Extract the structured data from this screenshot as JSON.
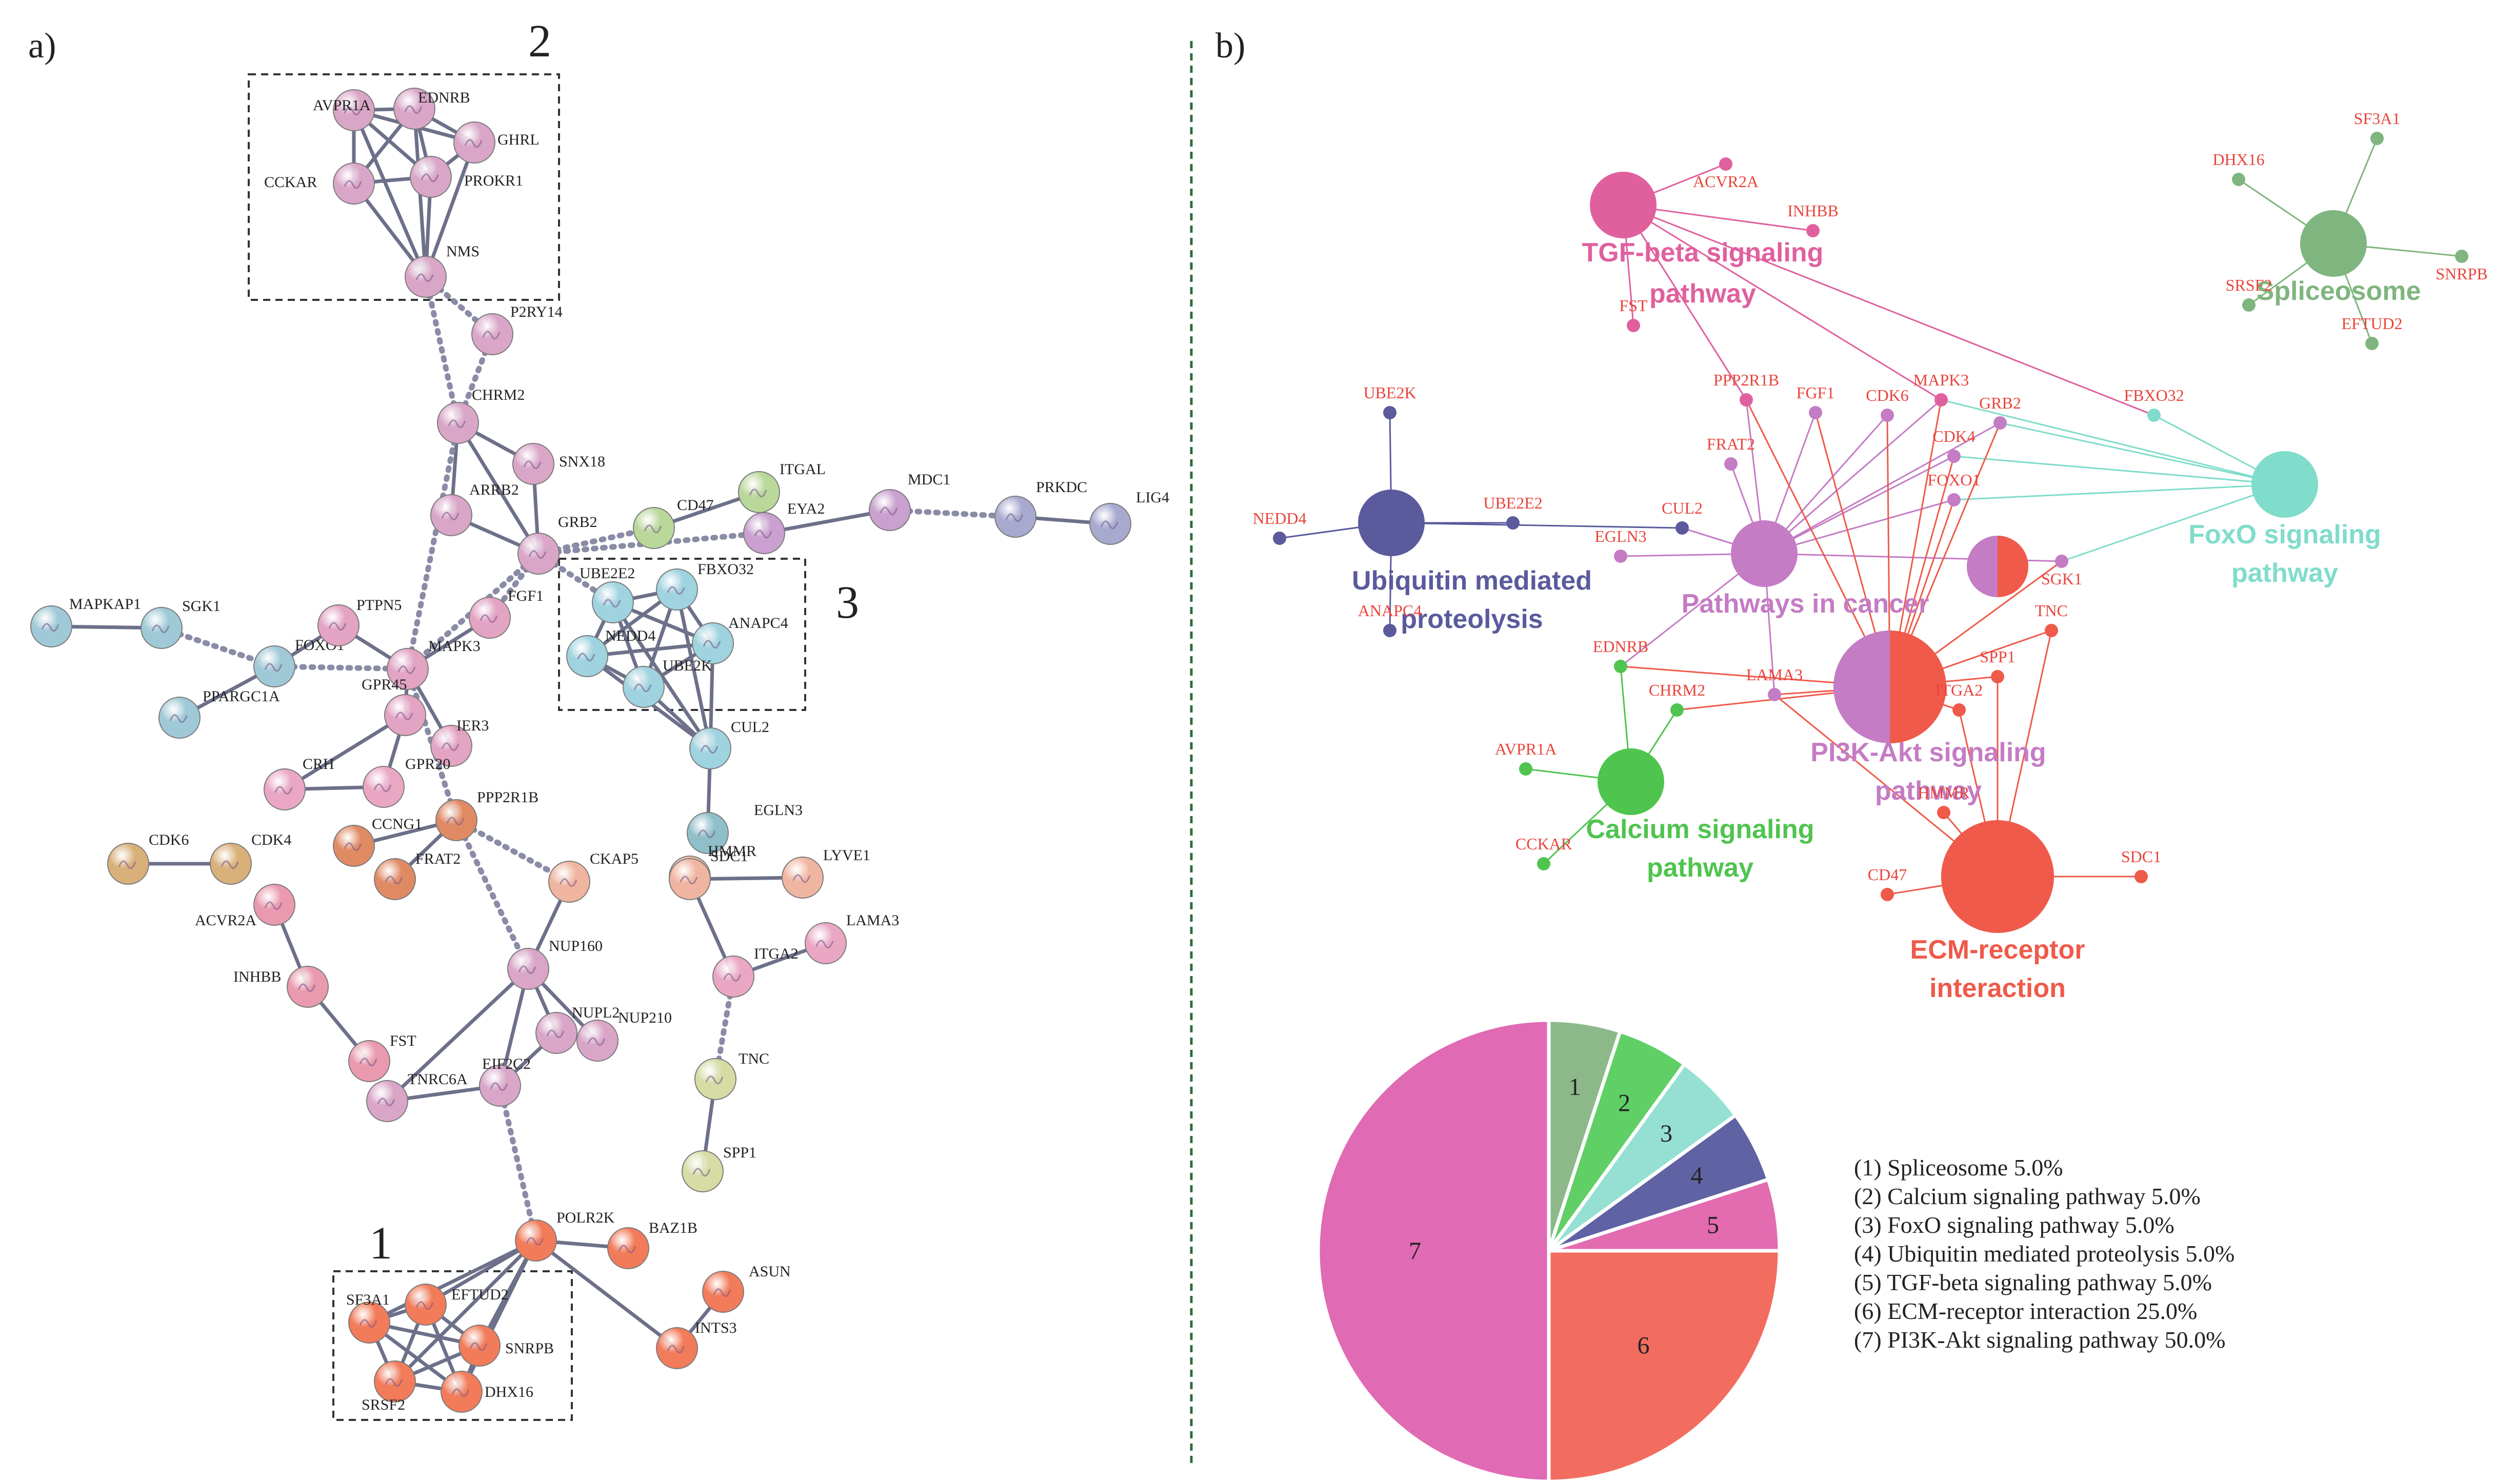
{
  "panel_a": {
    "label": "a)",
    "cluster_labels": [
      "2",
      "3",
      "1"
    ],
    "nodes": [
      {
        "id": "AVPR1A",
        "color": "#d9a6c8"
      },
      {
        "id": "EDNRB",
        "color": "#d9a6c8"
      },
      {
        "id": "GHRL",
        "color": "#d9a6c8"
      },
      {
        "id": "CCKAR",
        "color": "#d9a6c8"
      },
      {
        "id": "PROKR1",
        "color": "#d9a6c8"
      },
      {
        "id": "NMS",
        "color": "#d9a6c8"
      },
      {
        "id": "P2RY14",
        "color": "#d9a6c8"
      },
      {
        "id": "CHRM2",
        "color": "#d9a6c8"
      },
      {
        "id": "SNX18",
        "color": "#d9a6c8"
      },
      {
        "id": "ARRB2",
        "color": "#d9a6c8"
      },
      {
        "id": "GRB2",
        "color": "#d9a6c8"
      },
      {
        "id": "CD47",
        "color": "#b9d89a"
      },
      {
        "id": "ITGAL",
        "color": "#b9d89a"
      },
      {
        "id": "EYA2",
        "color": "#c9a0cf"
      },
      {
        "id": "MDC1",
        "color": "#c9a0cf"
      },
      {
        "id": "PRKDC",
        "color": "#a7a9cf"
      },
      {
        "id": "LIG4",
        "color": "#a7a9cf"
      },
      {
        "id": "MAPKAP1",
        "color": "#9fc9d6"
      },
      {
        "id": "SGK1",
        "color": "#9fc9d6"
      },
      {
        "id": "FOXO1",
        "color": "#9fc9d6"
      },
      {
        "id": "PPARGC1A",
        "color": "#9fc9d6"
      },
      {
        "id": "PTPN5",
        "color": "#e3a3c3"
      },
      {
        "id": "MAPK3",
        "color": "#e3a3c3"
      },
      {
        "id": "FGF1",
        "color": "#e3a3c3"
      },
      {
        "id": "GPR45",
        "color": "#e3a3c3"
      },
      {
        "id": "IER3",
        "color": "#e3a3c3"
      },
      {
        "id": "CRH",
        "color": "#eaa7c4"
      },
      {
        "id": "GPR20",
        "color": "#eaa7c4"
      },
      {
        "id": "UBE2E2",
        "color": "#9fd3e0"
      },
      {
        "id": "FBXO32",
        "color": "#9fd3e0"
      },
      {
        "id": "ANAPC4",
        "color": "#9fd3e0"
      },
      {
        "id": "NEDD4",
        "color": "#9fd3e0"
      },
      {
        "id": "UBE2K",
        "color": "#9fd3e0"
      },
      {
        "id": "CUL2",
        "color": "#9fd3e0"
      },
      {
        "id": "EGLN3",
        "color": "#8fbfc9"
      },
      {
        "id": "HMMR",
        "color": "#f0b5a0"
      },
      {
        "id": "PPP2R1B",
        "color": "#e08a64"
      },
      {
        "id": "CCNG1",
        "color": "#e08a64"
      },
      {
        "id": "FRAT2",
        "color": "#e08a64"
      },
      {
        "id": "CKAP5",
        "color": "#f0b5a0"
      },
      {
        "id": "SDC1",
        "color": "#f0b5a0"
      },
      {
        "id": "LYVE1",
        "color": "#f0b5a0"
      },
      {
        "id": "LAMA3",
        "color": "#eaa7c4"
      },
      {
        "id": "ITGA2",
        "color": "#eaa7c4"
      },
      {
        "id": "TNC",
        "color": "#d6dca4"
      },
      {
        "id": "SPP1",
        "color": "#d6dca4"
      },
      {
        "id": "CDK6",
        "color": "#d9b07a"
      },
      {
        "id": "CDK4",
        "color": "#d9b07a"
      },
      {
        "id": "ACVR2A",
        "color": "#e99aae"
      },
      {
        "id": "INHBB",
        "color": "#e99aae"
      },
      {
        "id": "FST",
        "color": "#e99aae"
      },
      {
        "id": "NUP160",
        "color": "#d9a6c8"
      },
      {
        "id": "NUPL2",
        "color": "#d9a6c8"
      },
      {
        "id": "NUP210",
        "color": "#d9a6c8"
      },
      {
        "id": "TNRC6A",
        "color": "#d9a6c8"
      },
      {
        "id": "EIF2C2",
        "color": "#d9a6c8"
      },
      {
        "id": "POLR2K",
        "color": "#f27b5a"
      },
      {
        "id": "BAZ1B",
        "color": "#f27b5a"
      },
      {
        "id": "ASUN",
        "color": "#f27b5a"
      },
      {
        "id": "INTS3",
        "color": "#f27b5a"
      },
      {
        "id": "SF3A1",
        "color": "#f27b5a"
      },
      {
        "id": "EFTUD2",
        "color": "#f27b5a"
      },
      {
        "id": "SNRPB",
        "color": "#f27b5a"
      },
      {
        "id": "SRSF2",
        "color": "#f27b5a"
      },
      {
        "id": "DHX16",
        "color": "#f27b5a"
      }
    ],
    "edges": [
      [
        "AVPR1A",
        "EDNRB",
        0
      ],
      [
        "AVPR1A",
        "CCKAR",
        0
      ],
      [
        "AVPR1A",
        "PROKR1",
        0
      ],
      [
        "AVPR1A",
        "NMS",
        0
      ],
      [
        "AVPR1A",
        "GHRL",
        0
      ],
      [
        "EDNRB",
        "GHRL",
        0
      ],
      [
        "EDNRB",
        "PROKR1",
        0
      ],
      [
        "EDNRB",
        "CCKAR",
        0
      ],
      [
        "EDNRB",
        "NMS",
        0
      ],
      [
        "GHRL",
        "PROKR1",
        0
      ],
      [
        "GHRL",
        "NMS",
        0
      ],
      [
        "CCKAR",
        "PROKR1",
        0
      ],
      [
        "CCKAR",
        "NMS",
        0
      ],
      [
        "PROKR1",
        "NMS",
        0
      ],
      [
        "NMS",
        "CHRM2",
        1
      ],
      [
        "NMS",
        "P2RY14",
        1
      ],
      [
        "P2RY14",
        "CHRM2",
        1
      ],
      [
        "CHRM2",
        "SNX18",
        0
      ],
      [
        "CHRM2",
        "ARRB2",
        0
      ],
      [
        "CHRM2",
        "GRB2",
        0
      ],
      [
        "ARRB2",
        "GRB2",
        0
      ],
      [
        "SNX18",
        "GRB2",
        0
      ],
      [
        "CHRM2",
        "MAPK3",
        1
      ],
      [
        "GRB2",
        "CD47",
        1
      ],
      [
        "GRB2",
        "EYA2",
        1
      ],
      [
        "GRB2",
        "FGF1",
        1
      ],
      [
        "GRB2",
        "MAPK3",
        1
      ],
      [
        "GRB2",
        "UBE2E2",
        1
      ],
      [
        "CD47",
        "ITGAL",
        0
      ],
      [
        "EYA2",
        "ITGAL",
        0
      ],
      [
        "EYA2",
        "MDC1",
        0
      ],
      [
        "MDC1",
        "PRKDC",
        1
      ],
      [
        "PRKDC",
        "LIG4",
        0
      ],
      [
        "MAPKAP1",
        "SGK1",
        0
      ],
      [
        "SGK1",
        "FOXO1",
        1
      ],
      [
        "FOXO1",
        "PPARGC1A",
        0
      ],
      [
        "FOXO1",
        "MAPK3",
        1
      ],
      [
        "FOXO1",
        "PTPN5",
        0
      ],
      [
        "PTPN5",
        "MAPK3",
        0
      ],
      [
        "FGF1",
        "MAPK3",
        0
      ],
      [
        "MAPK3",
        "GPR45",
        0
      ],
      [
        "MAPK3",
        "IER3",
        0
      ],
      [
        "MAPK3",
        "PPP2R1B",
        1
      ],
      [
        "GPR45",
        "CRH",
        0
      ],
      [
        "GPR45",
        "GPR20",
        0
      ],
      [
        "CRH",
        "GPR20",
        0
      ],
      [
        "UBE2E2",
        "FBXO32",
        0
      ],
      [
        "UBE2E2",
        "ANAPC4",
        0
      ],
      [
        "UBE2E2",
        "NEDD4",
        0
      ],
      [
        "UBE2E2",
        "UBE2K",
        0
      ],
      [
        "UBE2E2",
        "CUL2",
        0
      ],
      [
        "FBXO32",
        "ANAPC4",
        0
      ],
      [
        "FBXO32",
        "NEDD4",
        0
      ],
      [
        "FBXO32",
        "UBE2K",
        0
      ],
      [
        "FBXO32",
        "CUL2",
        0
      ],
      [
        "ANAPC4",
        "NEDD4",
        0
      ],
      [
        "ANAPC4",
        "UBE2K",
        0
      ],
      [
        "ANAPC4",
        "CUL2",
        0
      ],
      [
        "NEDD4",
        "UBE2K",
        0
      ],
      [
        "NEDD4",
        "CUL2",
        0
      ],
      [
        "UBE2K",
        "CUL2",
        0
      ],
      [
        "CUL2",
        "EGLN3",
        0
      ],
      [
        "PPP2R1B",
        "CCNG1",
        0
      ],
      [
        "PPP2R1B",
        "FRAT2",
        0
      ],
      [
        "PPP2R1B",
        "CKAP5",
        1
      ],
      [
        "PPP2R1B",
        "NUP160",
        1
      ],
      [
        "CKAP5",
        "NUP160",
        0
      ],
      [
        "HMMR",
        "SDC1",
        0
      ],
      [
        "SDC1",
        "LYVE1",
        0
      ],
      [
        "SDC1",
        "ITGA2",
        0
      ],
      [
        "ITGA2",
        "LAMA3",
        0
      ],
      [
        "ITGA2",
        "TNC",
        1
      ],
      [
        "TNC",
        "SPP1",
        0
      ],
      [
        "CDK6",
        "CDK4",
        0
      ],
      [
        "ACVR2A",
        "INHBB",
        0
      ],
      [
        "INHBB",
        "FST",
        0
      ],
      [
        "NUP160",
        "NUPL2",
        0
      ],
      [
        "NUP160",
        "NUP210",
        0
      ],
      [
        "NUP160",
        "EIF2C2",
        0
      ],
      [
        "NUP160",
        "TNRC6A",
        0
      ],
      [
        "NUPL2",
        "NUP210",
        0
      ],
      [
        "NUPL2",
        "EIF2C2",
        0
      ],
      [
        "TNRC6A",
        "EIF2C2",
        0
      ],
      [
        "EIF2C2",
        "POLR2K",
        1
      ],
      [
        "POLR2K",
        "BAZ1B",
        0
      ],
      [
        "POLR2K",
        "INTS3",
        0
      ],
      [
        "POLR2K",
        "SF3A1",
        0
      ],
      [
        "POLR2K",
        "EFTUD2",
        0
      ],
      [
        "POLR2K",
        "SNRPB",
        0
      ],
      [
        "POLR2K",
        "SRSF2",
        0
      ],
      [
        "POLR2K",
        "DHX16",
        0
      ],
      [
        "INTS3",
        "ASUN",
        0
      ],
      [
        "SF3A1",
        "EFTUD2",
        0
      ],
      [
        "SF3A1",
        "SNRPB",
        0
      ],
      [
        "SF3A1",
        "SRSF2",
        0
      ],
      [
        "SF3A1",
        "DHX16",
        0
      ],
      [
        "EFTUD2",
        "SNRPB",
        0
      ],
      [
        "EFTUD2",
        "SRSF2",
        0
      ],
      [
        "EFTUD2",
        "DHX16",
        0
      ],
      [
        "SNRPB",
        "SRSF2",
        0
      ],
      [
        "SNRPB",
        "DHX16",
        0
      ],
      [
        "SRSF2",
        "DHX16",
        0
      ]
    ]
  },
  "panel_b": {
    "label": "b)",
    "pathways": [
      {
        "id": "tgf",
        "lines": [
          "TGF-beta signaling",
          "pathway"
        ],
        "color": "#e0609e"
      },
      {
        "id": "spl",
        "lines": [
          "Spliceosome"
        ],
        "color": "#7fb57f"
      },
      {
        "id": "ubi",
        "lines": [
          "Ubiquitin mediated",
          "proteolysis"
        ],
        "color": "#5a5a9c"
      },
      {
        "id": "cancer",
        "lines": [
          "Pathways in cancer"
        ],
        "color": "#c47cc4"
      },
      {
        "id": "foxo",
        "lines": [
          "FoxO signaling",
          "pathway"
        ],
        "color": "#80dccb"
      },
      {
        "id": "pi3k",
        "lines": [
          "PI3K-Akt signaling",
          "pathway"
        ],
        "color": "#c47cc4"
      },
      {
        "id": "calcium",
        "lines": [
          "Calcium signaling",
          "pathway"
        ],
        "color": "#4fc44f"
      },
      {
        "id": "ecm",
        "lines": [
          "ECM-receptor",
          "interaction"
        ],
        "color": "#ef5a4a"
      }
    ],
    "genes": [
      "ACVR2A",
      "INHBB",
      "FST",
      "SF3A1",
      "DHX16",
      "SNRPB",
      "SRSF2",
      "EFTUD2",
      "UBE2K",
      "NEDD4",
      "ANAPC4",
      "UBE2E2",
      "CUL2",
      "PPP2R1B",
      "FGF1",
      "CDK6",
      "MAPK3",
      "GRB2",
      "CDK4",
      "FOXO1",
      "FBXO32",
      "FRAT2",
      "EGLN3",
      "SGK1",
      "EDNRB",
      "CHRM2",
      "LAMA3",
      "SPP1",
      "ITGA2",
      "TNC",
      "AVPR1A",
      "CCKAR",
      "HMMR",
      "CD47",
      "SDC1"
    ]
  },
  "chart_data": {
    "type": "pie",
    "slices": [
      {
        "n": "1",
        "label": "(1) Spliceosome 5.0%",
        "value": 5.0,
        "color": "#8db98a"
      },
      {
        "n": "2",
        "label": "(2) Calcium signaling pathway 5.0%",
        "value": 5.0,
        "color": "#5fcf66"
      },
      {
        "n": "3",
        "label": "(3) FoxO signaling pathway 5.0%",
        "value": 5.0,
        "color": "#95e0d2"
      },
      {
        "n": "4",
        "label": "(4) Ubiquitin mediated proteolysis 5.0%",
        "value": 5.0,
        "color": "#5f62a3"
      },
      {
        "n": "5",
        "label": "(5) TGF-beta signaling pathway 5.0%",
        "value": 5.0,
        "color": "#e36bb0"
      },
      {
        "n": "6",
        "label": "(6) ECM-receptor interaction 25.0%",
        "value": 25.0,
        "color": "#f26d5f"
      },
      {
        "n": "7",
        "label": "(7) PI3K-Akt signaling pathway 50.0%",
        "value": 50.0,
        "color": "#e06ab3"
      }
    ]
  }
}
